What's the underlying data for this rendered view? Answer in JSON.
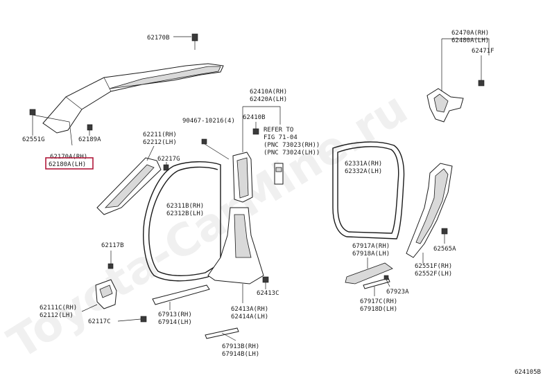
{
  "watermark": "Toyota-CarMine.ru",
  "figure_id": "624105B",
  "highlight_color": "#b0183a",
  "labels": {
    "p62170B": "62170B",
    "p62551G": "62551G",
    "p62189A": "62189A",
    "p62170A_RH": "62170A(RH)",
    "p62180A_LH": "62180A(LH)",
    "p62211_RH": "62211(RH)",
    "p62212_LH": "62212(LH)",
    "p62217G": "62217G",
    "p90467": "90467-10216(4)",
    "p62410A_RH": "62410A(RH)",
    "p62420A_LH": "62420A(LH)",
    "p62410B": "62410B",
    "ref_1": "REFER TO",
    "ref_2": "FIG 71-04",
    "ref_3": "(PNC 73023(RH))",
    "ref_4": "(PNC 73024(LH))",
    "p62311B_RH": "62311B(RH)",
    "p62312B_LH": "62312B(LH)",
    "p62117B": "62117B",
    "p62111C_RH": "62111C(RH)",
    "p62112_LH": "62112(LH)",
    "p62117C": "62117C",
    "p67913_RH": "67913(RH)",
    "p67914_LH": "67914(LH)",
    "p62413C": "62413C",
    "p62413A_RH": "62413A(RH)",
    "p62414A_LH": "62414A(LH)",
    "p67913B_RH": "67913B(RH)",
    "p67914B_LH": "67914B(LH)",
    "p62470A_RH": "62470A(RH)",
    "p62480A_LH": "62480A(LH)",
    "p62471F": "62471F",
    "p62331A_RH": "62331A(RH)",
    "p62332A_LH": "62332A(LH)",
    "p67917A_RH": "67917A(RH)",
    "p67918A_LH": "67918A(LH)",
    "p62565A": "62565A",
    "p62551F_RH": "62551F(RH)",
    "p62552F_LH": "62552F(LH)",
    "p67923A": "67923A",
    "p67917C_RH": "67917C(RH)",
    "p67918D_LH": "67918D(LH)"
  }
}
